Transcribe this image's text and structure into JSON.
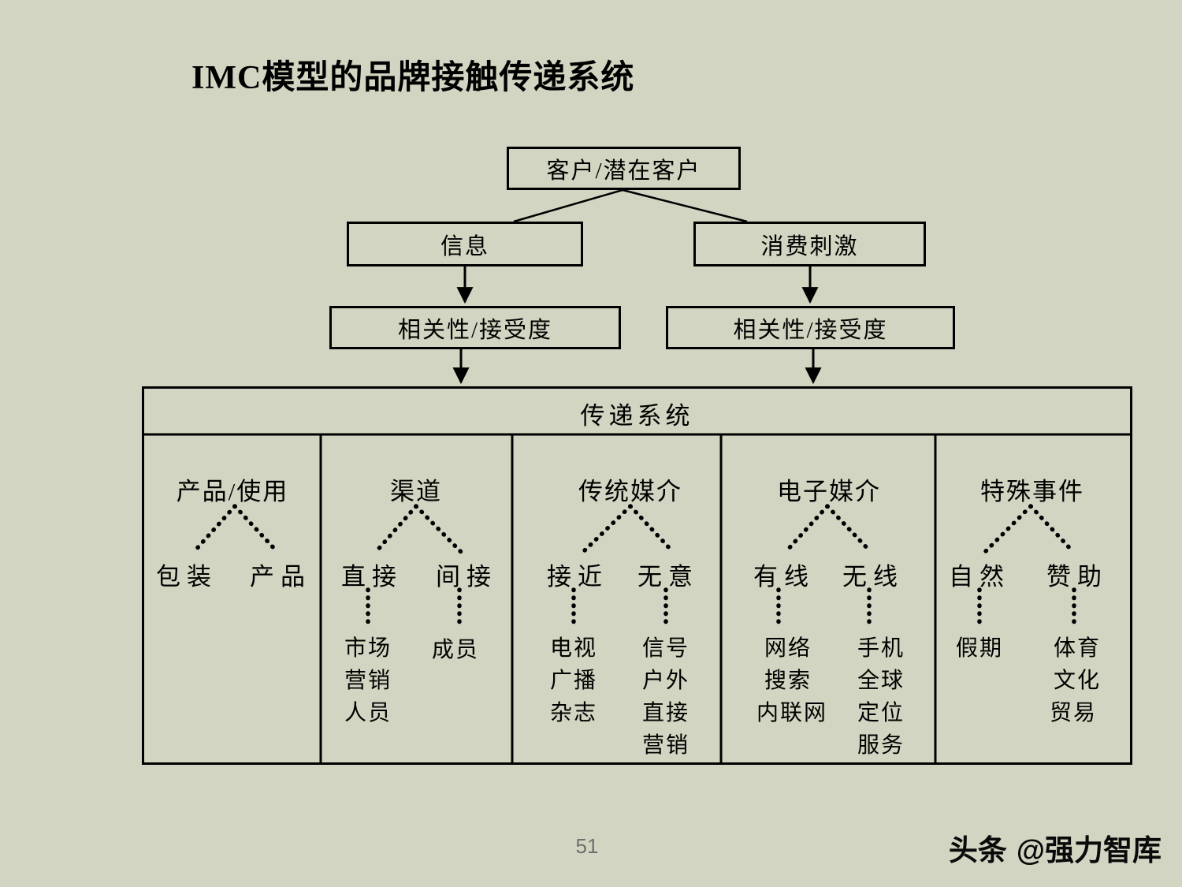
{
  "slide": {
    "title": "IMC模型的品牌接触传递系统",
    "page_number": "51",
    "watermark_logo": "头条",
    "watermark_handle": "@强力智库"
  },
  "flow": {
    "root": "客户/潜在客户",
    "info": "信息",
    "stimulus": "消费刺激",
    "filter_left": "相关性/接受度",
    "filter_right": "相关性/接受度",
    "system_title": "传递系统",
    "columns": [
      {
        "header": "产品/使用",
        "children": [
          {
            "label": "包装",
            "items": []
          },
          {
            "label": "产品",
            "items": []
          }
        ]
      },
      {
        "header": "渠道",
        "children": [
          {
            "label": "直接",
            "items": [
              "市场",
              "营销",
              "人员"
            ]
          },
          {
            "label": "间接",
            "items": [
              "成员"
            ]
          }
        ]
      },
      {
        "header": "传统媒介",
        "children": [
          {
            "label": "接近",
            "items": [
              "电视",
              "广播",
              "杂志"
            ]
          },
          {
            "label": "无意",
            "items": [
              "信号",
              "户外",
              "直接",
              "营销"
            ]
          }
        ]
      },
      {
        "header": "电子媒介",
        "children": [
          {
            "label": "有线",
            "items": [
              "网络",
              "搜索",
              "内联网"
            ]
          },
          {
            "label": "无线",
            "items": [
              "手机",
              "全球",
              "定位",
              "服务"
            ]
          }
        ]
      },
      {
        "header": "特殊事件",
        "children": [
          {
            "label": "自然",
            "items": [
              "假期"
            ]
          },
          {
            "label": "赞助",
            "items": [
              "体育",
              "文化",
              "贸易"
            ]
          }
        ]
      }
    ]
  }
}
